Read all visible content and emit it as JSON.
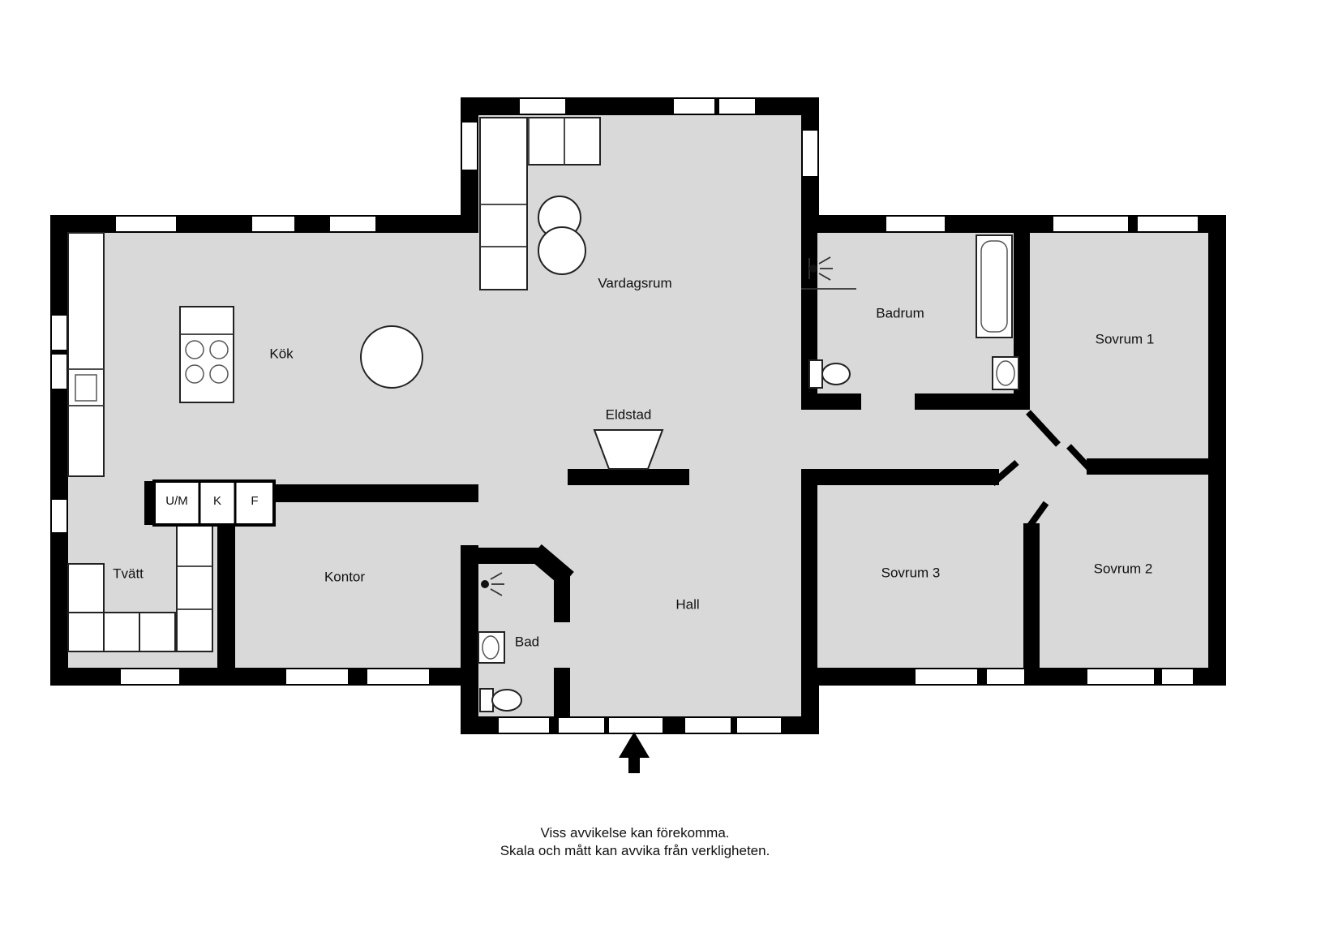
{
  "plan": {
    "rooms": {
      "vardagsrum": "Vardagsrum",
      "kok": "Kök",
      "badrum": "Badrum",
      "sovrum1": "Sovrum 1",
      "sovrum2": "Sovrum 2",
      "sovrum3": "Sovrum 3",
      "eldstad": "Eldstad",
      "tvatt": "Tvätt",
      "kontor": "Kontor",
      "bad": "Bad",
      "hall": "Hall"
    },
    "closet_labels": {
      "um": "U/M",
      "k": "K",
      "f": "F"
    }
  },
  "footer": {
    "line1": "Viss avvikelse kan förekomma.",
    "line2": "Skala och mått kan avvika från verkligheten."
  },
  "colors": {
    "wall": "#000000",
    "floor": "#d9d9d9",
    "bg": "#ffffff"
  }
}
